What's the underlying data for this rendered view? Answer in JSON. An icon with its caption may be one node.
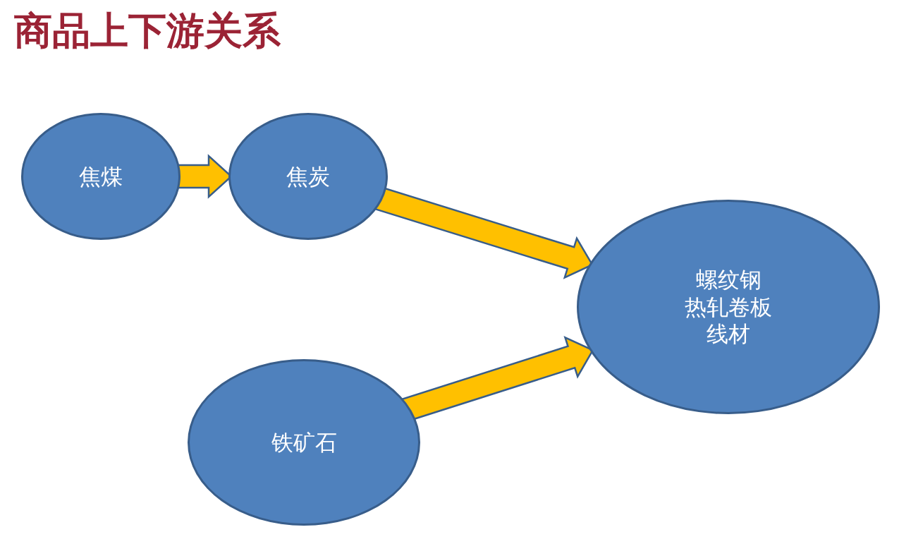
{
  "diagram": {
    "title": "商品上下游关系",
    "nodes": [
      {
        "text": [
          "焦煤"
        ]
      },
      {
        "text": [
          "焦炭"
        ]
      },
      {
        "text": [
          "螺纹钢",
          "热轧卷板",
          "线材"
        ]
      },
      {
        "text": [
          "铁矿石"
        ]
      }
    ],
    "edges": [
      {
        "from": 0,
        "to": 1,
        "arrow": "to"
      },
      {
        "from": 1,
        "to": 2,
        "arrow": "to"
      },
      {
        "from": 3,
        "to": 2,
        "arrow": "to"
      }
    ]
  }
}
